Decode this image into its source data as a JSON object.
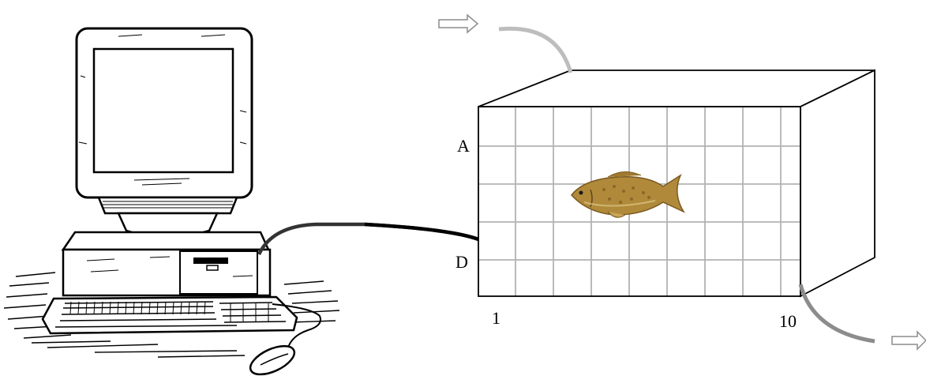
{
  "labels": {
    "row_a": "A",
    "row_d": "D",
    "col_first": "1",
    "col_last": "10"
  },
  "icons": {
    "computer": "desktop-computer-icon",
    "fish": "fish-icon",
    "arrow_in": "inflow-arrow-icon",
    "arrow_out": "outflow-arrow-icon"
  },
  "colors": {
    "outline": "#000000",
    "grid": "#b3b3b3",
    "inflow_pipe": "#bdbdbd",
    "outflow_pipe": "#8c8c8c",
    "cable": "#333333",
    "fish_body": "#b08a3a"
  }
}
